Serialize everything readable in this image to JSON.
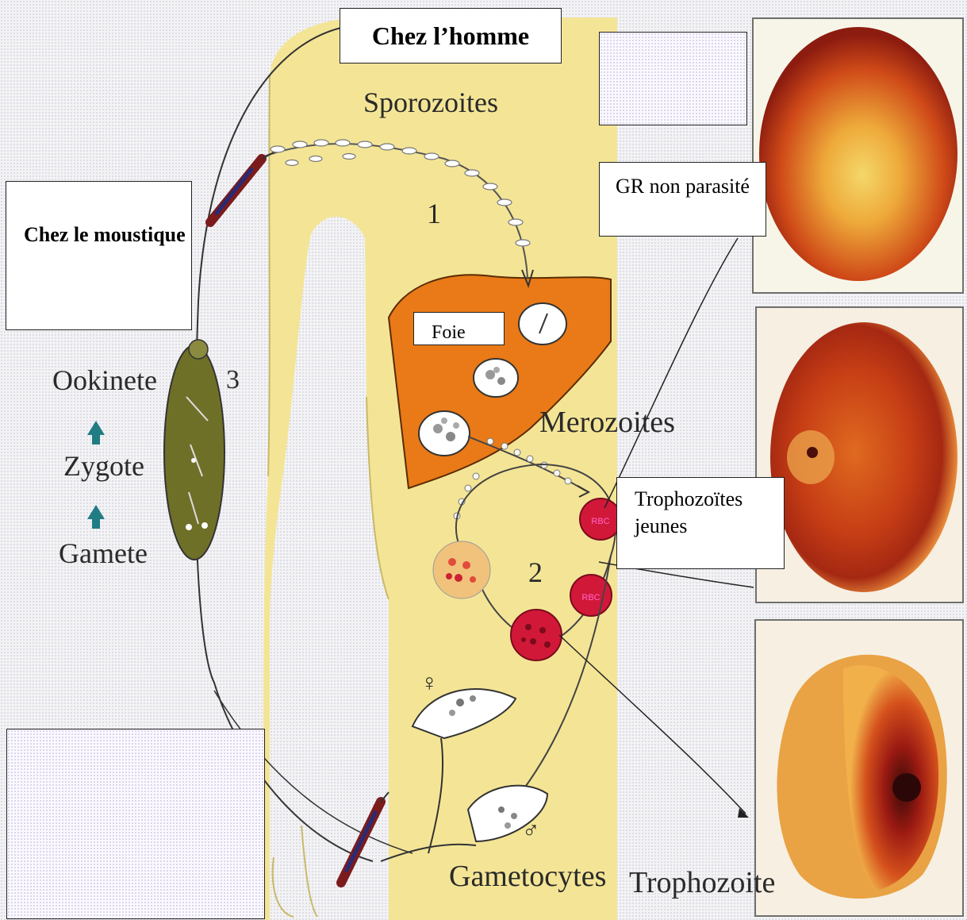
{
  "header": {
    "human_title": "Chez l’homme"
  },
  "boxes": {
    "mosquito": "Chez le moustique",
    "liver": "Foie",
    "gr_non_parasite": "GR non parasité",
    "trophozoites_jeunes": "Trophozoïtes jeunes"
  },
  "diagram_labels": {
    "sporozoites": "Sporozoites",
    "merozoites": "Merozoites",
    "gametocytes": "Gametocytes",
    "trophozoite": "Trophozoite",
    "ookinete": "Ookinete",
    "zygote": "Zygote",
    "gamete": "Gamete",
    "stage_1": "1",
    "stage_2": "2",
    "stage_3": "3",
    "female_symbol": "♀",
    "male_symbol": "♂",
    "rbc_label_1": "RBC",
    "rbc_label_2": "RBC"
  },
  "colors": {
    "body": "#f4e596",
    "liver": "#e97a17",
    "rbc": "#d21838",
    "mosquito_gut": "#6f7028",
    "arrow_teal": "#227c84"
  }
}
